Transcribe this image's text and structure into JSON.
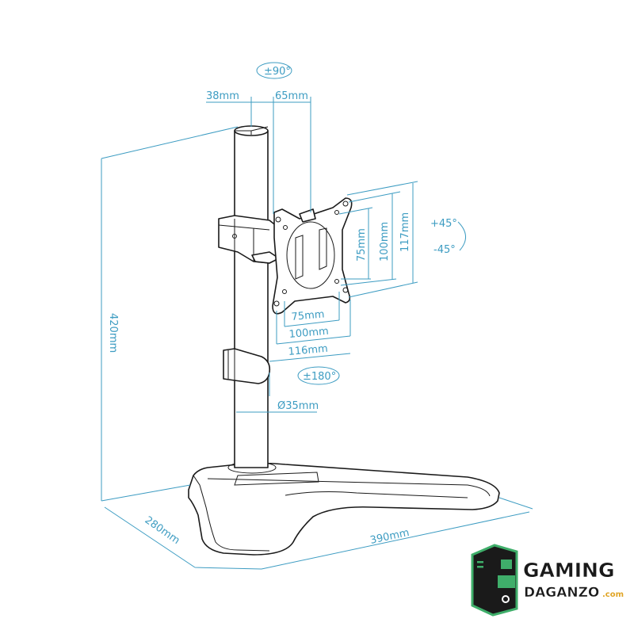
{
  "diagram": {
    "title_rotation_top": "±90°",
    "pole_diameter_top": "38mm",
    "arm_offset": "65mm",
    "vesa_v_75": "75mm",
    "vesa_v_100": "100mm",
    "plate_height": "117mm",
    "tilt_up": "+45°",
    "tilt_down": "-45°",
    "vesa_h_75": "75mm",
    "vesa_h_100": "100mm",
    "plate_width": "116mm",
    "swivel": "±180°",
    "pole_diameter": "Ø35mm",
    "height": "420mm",
    "depth": "280mm",
    "width": "390mm"
  },
  "logo": {
    "line1": "GAMING",
    "line2": "DAGANZO",
    "suffix": ".com",
    "colors": {
      "green": "#3fae6a",
      "dark": "#1a1a1a",
      "gold": "#e0a526"
    }
  }
}
